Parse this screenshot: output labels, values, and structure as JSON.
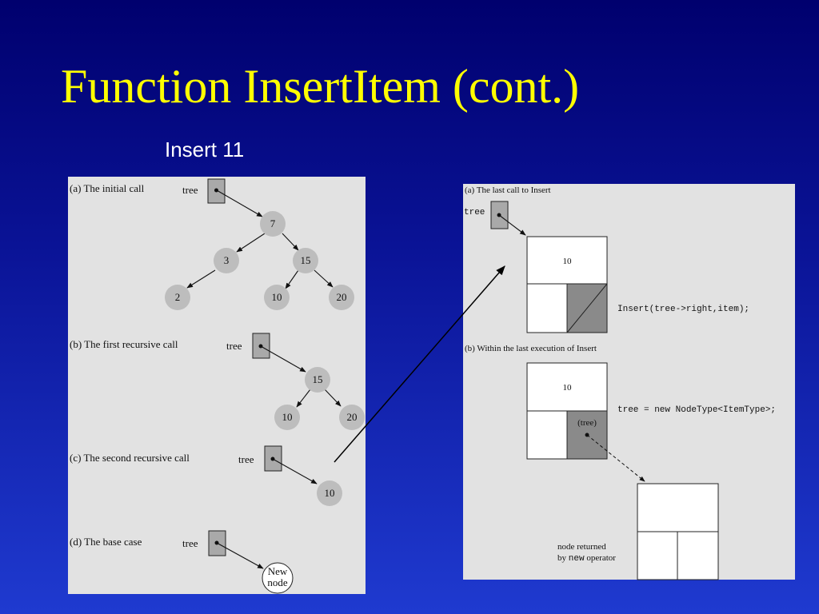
{
  "slide": {
    "title": "Function InsertItem (cont.)",
    "subtitle": "Insert 11"
  },
  "left_panel": {
    "pointer_label": "tree",
    "sections": [
      {
        "label": "(a) The initial call",
        "nodes": [
          "7",
          "3",
          "15",
          "2",
          "10",
          "20"
        ]
      },
      {
        "label": "(b) The first recursive call",
        "nodes": [
          "15",
          "10",
          "20"
        ]
      },
      {
        "label": "(c) The second recursive call",
        "nodes": [
          "10"
        ]
      },
      {
        "label": "(d) The base case",
        "nodes": [
          "New",
          "node"
        ]
      }
    ]
  },
  "right_panel": {
    "pointer_label": "tree",
    "section_a": {
      "label": "(a)  The last call to Insert",
      "node_value": "10",
      "code": "Insert(tree->right,item);"
    },
    "section_b": {
      "label": "(b)  Within the last execution of Insert",
      "node_value": "10",
      "pointer_cell_label": "(tree)",
      "code": "tree = new NodeType<ItemType>;",
      "caption_line1": "node returned",
      "caption_line2_prefix": "by ",
      "caption_line2_code": "new",
      "caption_line2_suffix": " operator"
    }
  },
  "colors": {
    "title": "#ffff00",
    "subtitle": "#ffffff",
    "panel": "#e2e2e2",
    "node": "#bdbdbd",
    "pointer_box": "#a9a9a9"
  }
}
